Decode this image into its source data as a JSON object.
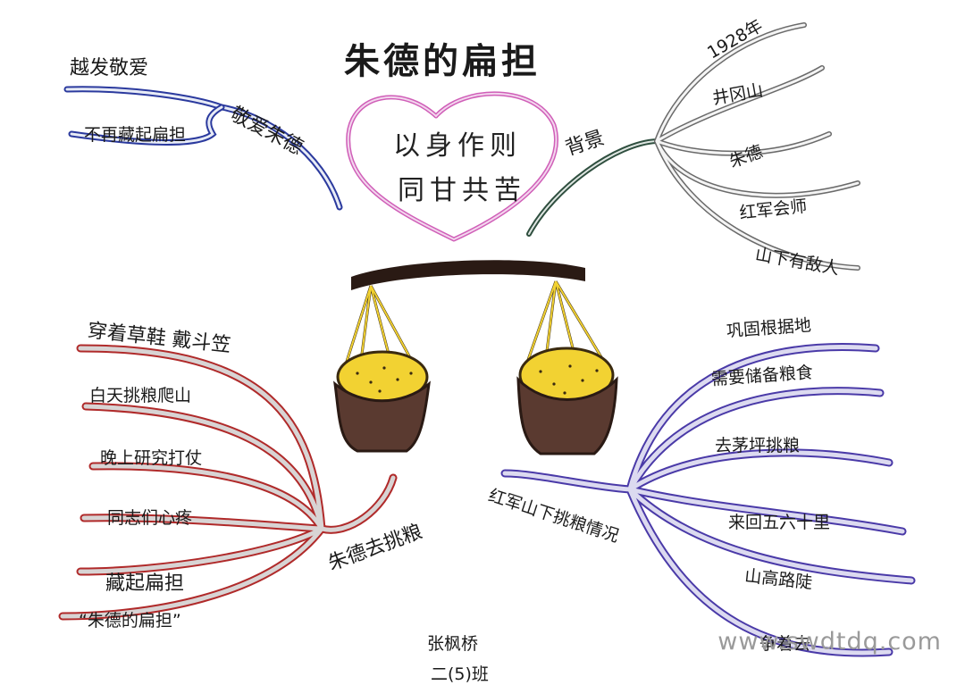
{
  "title": "朱德的扁担",
  "center": {
    "line1": "以身作则",
    "line2": "同甘共苦"
  },
  "branches": {
    "top_left": {
      "label": "敬爱朱德",
      "items": [
        "越发敬爱",
        "不再藏起扁担"
      ]
    },
    "top_right": {
      "label": "背景",
      "items": [
        "1928年",
        "井冈山",
        "朱德",
        "红军会师",
        "山下有敌人"
      ]
    },
    "bottom_left": {
      "label": "朱德去挑粮",
      "items": [
        "穿着草鞋 戴斗笠",
        "白天挑粮爬山",
        "晚上研究打仗",
        "同志们心疼",
        "藏起扁担",
        "“朱德的扁担”"
      ]
    },
    "bottom_right": {
      "label": "红军山下挑粮情况",
      "items": [
        "巩固根据地",
        "需要储备粮食",
        "去茅坪挑粮",
        "来回五六十里",
        "山高路陡",
        "争着去"
      ]
    }
  },
  "author": {
    "name": "张枫桥",
    "class": "二(5)班"
  },
  "watermark": "www.swdtdq.com",
  "colors": {
    "top_left": "#2b3a9e",
    "top_right": "#2f4f3f",
    "bottom_left": "#b02a2a",
    "bottom_right": "#4a3aa8",
    "heart": "#d05fb8",
    "pole": "#2a1a14",
    "basket": "#5a3a30",
    "grain": "#f2d232"
  }
}
